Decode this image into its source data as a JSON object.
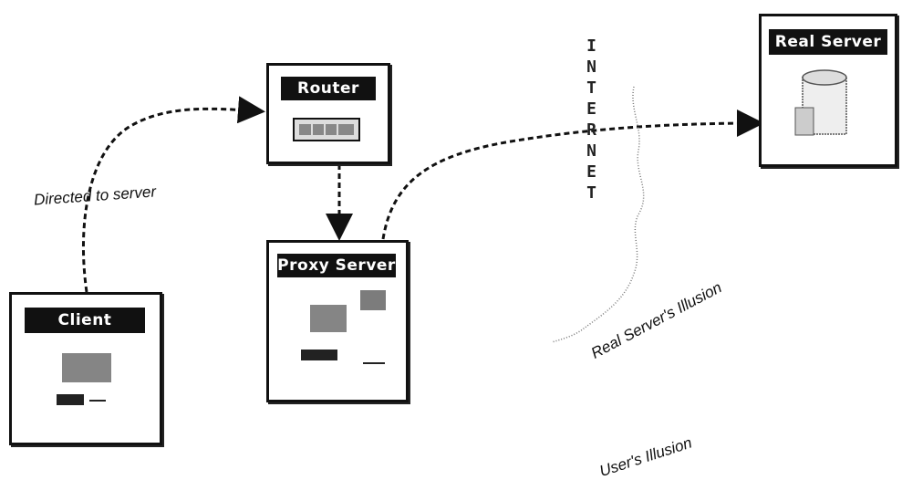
{
  "nodes": {
    "client": "Client",
    "router": "Router",
    "proxy": "Proxy Server",
    "real_server": "Real Server"
  },
  "labels": {
    "directed": "Directed to server",
    "real_illusion": "Real Server's Illusion",
    "user_illusion": "User's Illusion",
    "internet": "INTERNET"
  },
  "colors": {
    "ink": "#111111",
    "box_fill": "#ffffff",
    "title_fill": "#111111"
  }
}
